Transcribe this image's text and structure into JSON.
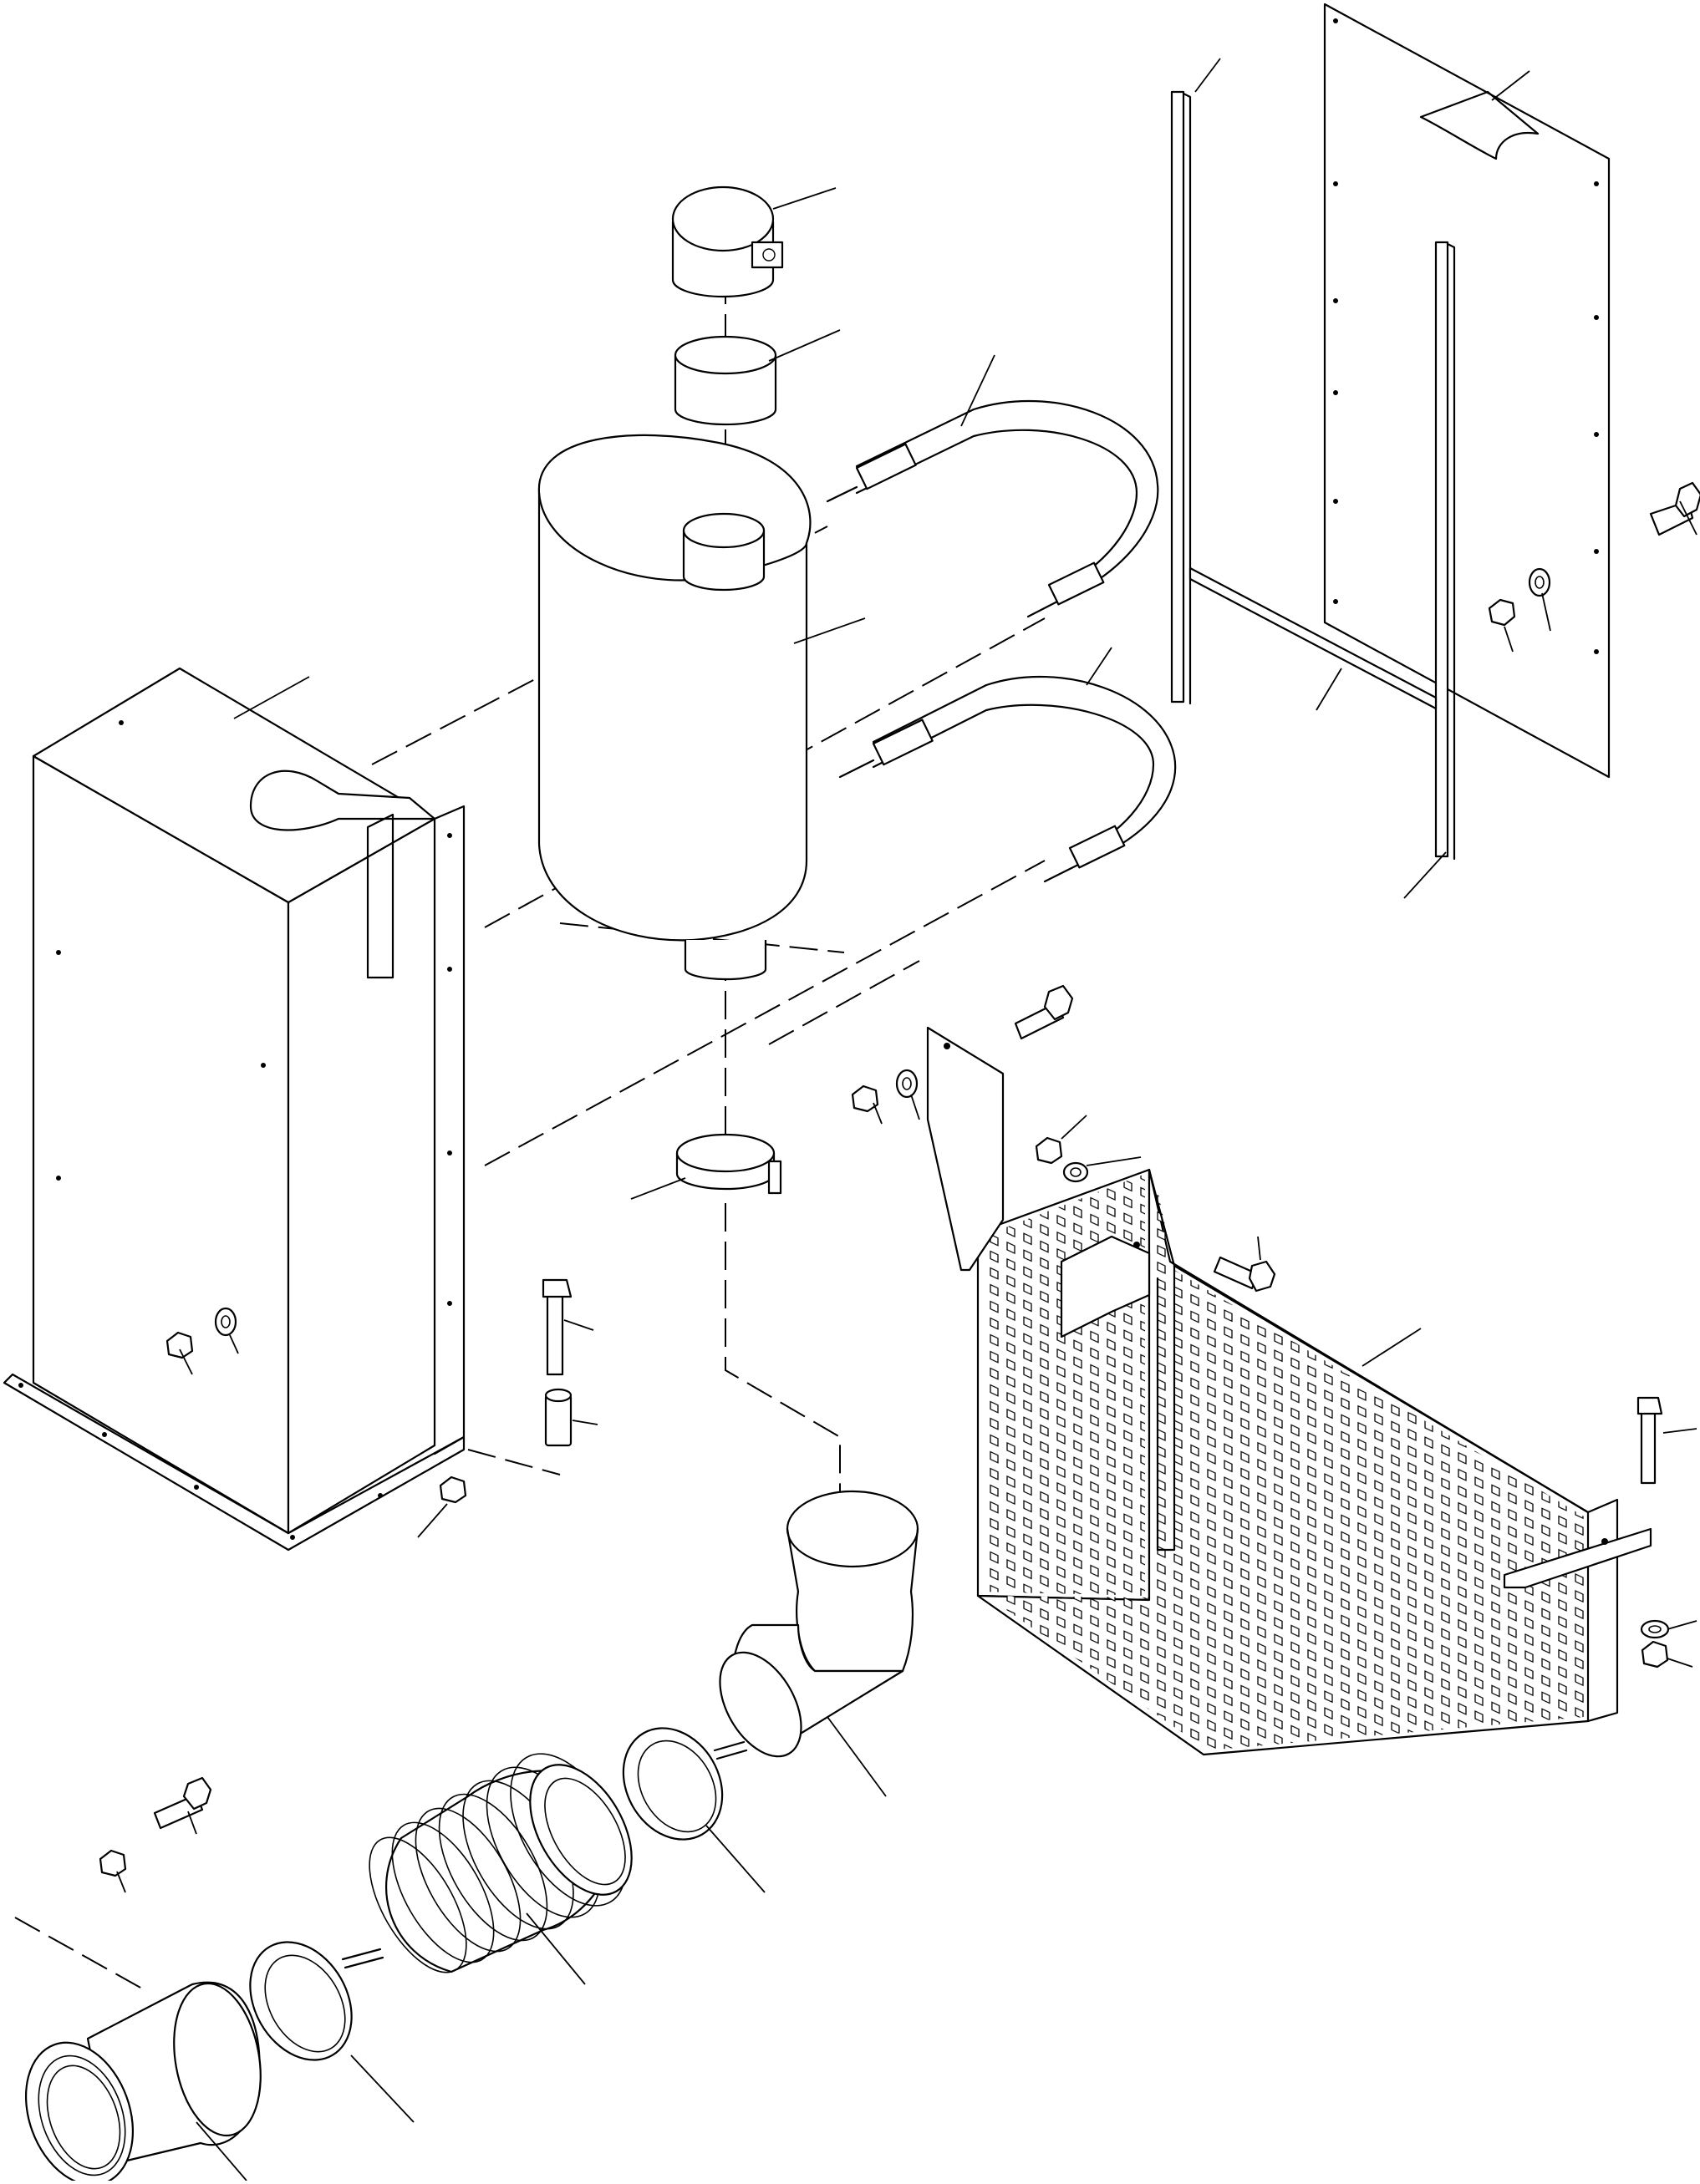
{
  "figure": {
    "kind": "exploded-parts-diagram",
    "label_text": "",
    "parts": [
      {
        "name": "rain-cap"
      },
      {
        "name": "cap-adapter-sleeve"
      },
      {
        "name": "muffler"
      },
      {
        "name": "u-bolt-strap-upper"
      },
      {
        "name": "u-bolt-strap-lower"
      },
      {
        "name": "mounting-panel"
      },
      {
        "name": "vertical-channel-left"
      },
      {
        "name": "vertical-channel-right"
      },
      {
        "name": "cross-channel"
      },
      {
        "name": "enclosure-box"
      },
      {
        "name": "outlet-clamp"
      },
      {
        "name": "elbow-reducer"
      },
      {
        "name": "hose-clamp-upper"
      },
      {
        "name": "flexible-bellows"
      },
      {
        "name": "hose-clamp-lower"
      },
      {
        "name": "flanged-outlet-tube"
      },
      {
        "name": "perforated-heat-shield"
      },
      {
        "name": "shield-bracket-left"
      },
      {
        "name": "shield-bracket-right"
      },
      {
        "name": "spacer"
      },
      {
        "name": "hex-bolt"
      },
      {
        "name": "hex-nut"
      },
      {
        "name": "flat-washer"
      }
    ]
  },
  "style": {
    "line_color": "#000000",
    "background": "#ffffff"
  }
}
